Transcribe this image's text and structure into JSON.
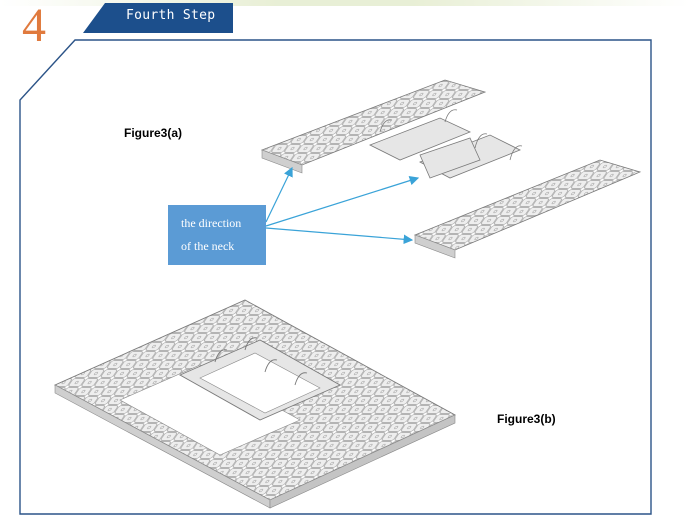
{
  "header": {
    "step_number": "4",
    "step_title": "Fourth Step"
  },
  "figures": {
    "figure_a_label": "Figure3(a)",
    "figure_b_label": "Figure3(b)"
  },
  "callout": {
    "line1": "the direction",
    "line2": "of the neck"
  },
  "colors": {
    "banner": "#1c4f8c",
    "step_number": "#e07a3e",
    "frame": "#2c5488",
    "callout": "#5b9bd5",
    "arrow": "#3aa3d8",
    "part_fill": "#e4e4e4",
    "part_stroke": "#8a8a8a"
  }
}
